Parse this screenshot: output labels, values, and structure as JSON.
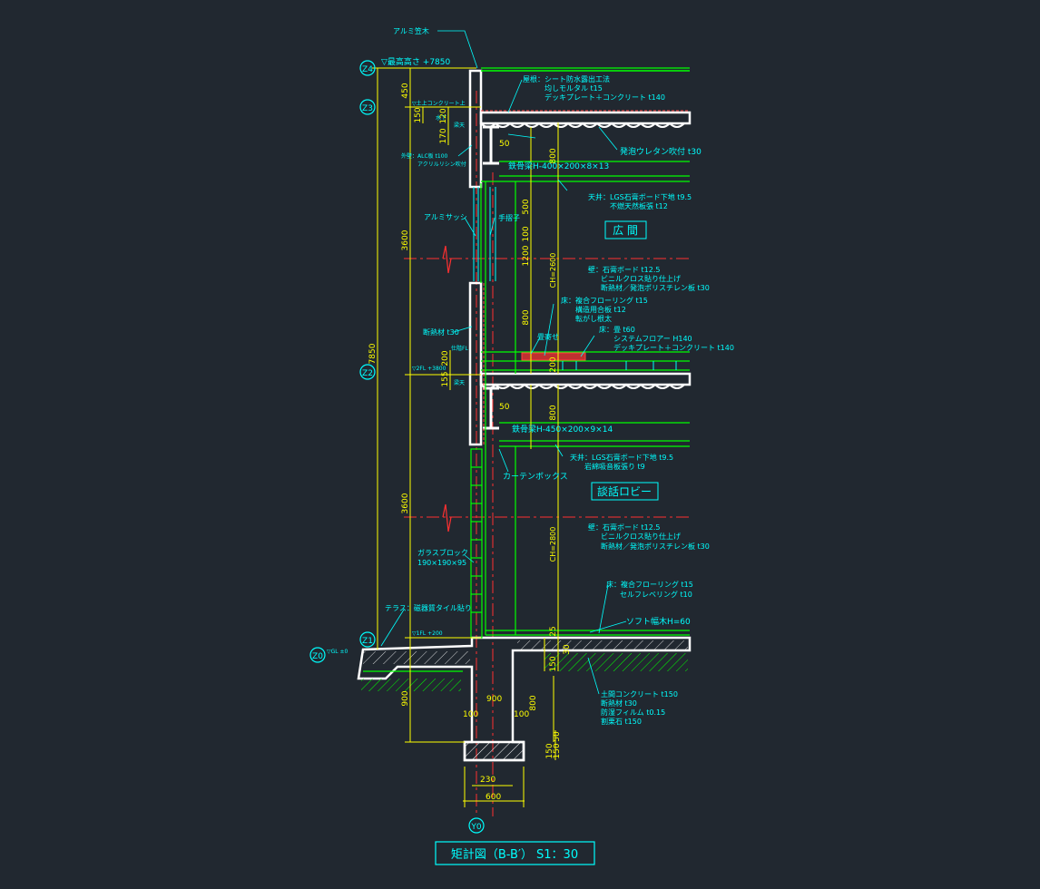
{
  "colors": {
    "background": "#212830",
    "structure": "#ffffff",
    "dimension": "#ffff00",
    "annotation": "#00ffff",
    "finish": "#00ff00",
    "centerline": "#ff0000",
    "insulation": "#ff4040",
    "title_frame": "#00ffff"
  },
  "title": "矩計図（B-B′） S1：30",
  "grid_marks": {
    "z4": "Z4",
    "z3": "Z3",
    "z2": "Z2",
    "z1": "Z1",
    "z0": "Z0",
    "y0": "Y0"
  },
  "levels": {
    "top": "▽最高高さ +7850",
    "roof_slab": "▽土上コンクリート上",
    "fl2": "▽2FL +3800",
    "fl1": "▽1FL +200",
    "gl": "▽GL ±0",
    "ceiling_mark1": "水下",
    "ceiling_mark2": "梁天",
    "fl2_mark": "仕階FL",
    "beam_top2": "梁天"
  },
  "dimensions": {
    "d450": "450",
    "d150a": "150",
    "d120": "120",
    "d170": "170",
    "d3600a": "3600",
    "d7850": "7850",
    "d3600b": "3600",
    "d200a": "200",
    "d155": "155",
    "d900": "900",
    "d50a": "50",
    "d800a": "800",
    "d500": "500",
    "d100": "100",
    "d1200": "1200",
    "ch2600": "CH=2600",
    "d800b": "800",
    "d200b": "200",
    "d50b": "50",
    "d800c": "800",
    "ch2800": "CH=2800",
    "d25": "25",
    "d30": "30",
    "d150b": "150",
    "d800d": "800",
    "d100b": "100",
    "d100c": "100",
    "d900b": "900",
    "d50c": "50",
    "d150c": "150",
    "d150d": "150",
    "d230": "230",
    "d600": "600"
  },
  "notes": {
    "alum_coping": "アルミ笠木",
    "roof_1": "屋根：シート防水露出工法",
    "roof_2": "均しモルタル t15",
    "roof_3": "デッキプレート＋コンクリート t140",
    "urethane": "発泡ウレタン吹付 t30",
    "beam1": "鉄骨梁H-400×200×8×13",
    "ceil1_1": "天井：LGS石膏ボード下地 t9.5",
    "ceil1_2": "不燃天然板張 t12",
    "ext_wall_1": "外壁：ALC板 t100",
    "ext_wall_2": "アクリルリシン吹付",
    "alum_sash": "アルミサッシ",
    "handrail": "手摺子",
    "room1": "広 間",
    "wall1_1": "壁：石膏ボード t12.5",
    "wall1_2": "ビニルクロス貼り仕上げ",
    "wall1_3": "断熱材／発泡ポリスチレン板 t30",
    "floor2_1": "床：複合フローリング t15",
    "floor2_2": "構造用合板 t12",
    "floor2_3": "転がし根太",
    "insul_wall": "断熱材 t30",
    "tatami_rail": "畳寄せ",
    "floor2b_1": "床：畳 t60",
    "floor2b_2": "システムフロアー H140",
    "floor2b_3": "デッキプレート＋コンクリート t140",
    "beam2": "鉄骨梁H-450×200×9×14",
    "ceil2_1": "天井：LGS石膏ボード下地 t9.5",
    "ceil2_2": "岩綿吸音板張り t9",
    "curtain_box": "カーテンボックス",
    "room2": "談話ロビー",
    "wall2_1": "壁：石膏ボード t12.5",
    "wall2_2": "ビニルクロス貼り仕上げ",
    "wall2_3": "断熱材／発泡ポリスチレン板 t30",
    "glass_block_1": "ガラスブロック",
    "glass_block_2": "190×190×95",
    "floor1_1": "床：複合フローリング t15",
    "floor1_2": "セルフレベリング t10",
    "terrace": "テラス：磁器質タイル貼り",
    "soft_skirting": "ソフト幅木H=60",
    "slab1_1": "土間コンクリート t150",
    "slab1_2": "断熱材 t30",
    "slab1_3": "防湿フィルム t0.15",
    "slab1_4": "割栗石 t150"
  }
}
